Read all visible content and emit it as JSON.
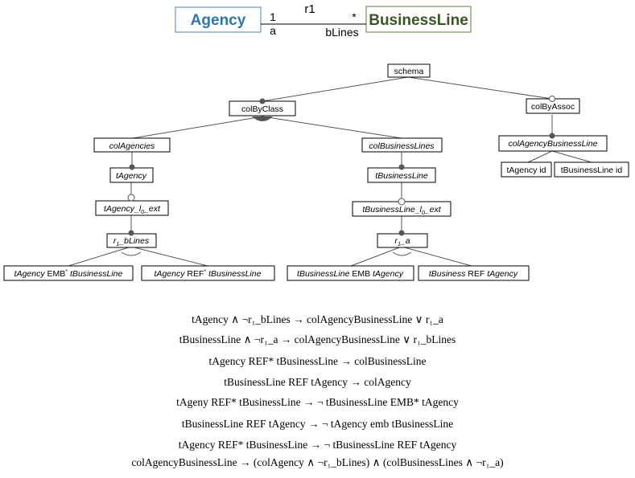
{
  "uml": {
    "class_left": "Agency",
    "class_right": "BusinessLine",
    "association": "r1",
    "mult_left": "1",
    "mult_right": "*",
    "role_left": "a",
    "role_right": "bLines",
    "colors": {
      "left": "#2e75b6",
      "right": "#375623"
    }
  },
  "tree": {
    "schema": "schema",
    "colByClass": "colByClass",
    "colByAssoc": "colByAssoc",
    "colAgencies": "colAgencies",
    "colBusinessLines": "colBusinessLines",
    "colAgencyBusinessLine": "colAgencyBusinessLine",
    "tAgency": "tAgency",
    "tBusinessLine": "tBusinessLine",
    "tAgency_id": "tAgency id",
    "tBusinessLine_id": "tBusinessLine id",
    "tAgency_ext_pre": "tAgency_l",
    "tAgency_ext_sub": "0",
    "tAgency_ext_post": "_ext",
    "tBusinessLine_ext_pre": "tBusinessLine_l",
    "tBusinessLine_ext_sub": "0",
    "tBusinessLine_ext_post": "_ext",
    "r1_bLines_pre": "r",
    "r1_bLines_sub": "1",
    "r1_bLines_post": "_bLines",
    "r1_a_pre": "r",
    "r1_a_sub": "1",
    "r1_a_post": "_a",
    "leaf1": {
      "a": "tAgency",
      "op": " EMB",
      "sup": "*",
      "b": " tBusinessLine"
    },
    "leaf2": {
      "a": "tAgency",
      "op": "  REF",
      "sup": "*",
      "b": " tBusinessLine"
    },
    "leaf3": {
      "a": "tBusinessLine",
      "op": "  EMB ",
      "b": "tAgency"
    },
    "leaf4": {
      "a": "tBusiness",
      "op": "  REF ",
      "b": "tAgency"
    }
  },
  "formulas": [
    "tAgency ∧ ¬r₁_bLines → colAgencyBusinessLine ∨ r₁_a",
    "tBusinessLine ∧ ¬r₁_a → colAgencyBusinessLine ∨ r₁_bLines",
    "tAgency REF* tBusinessLine → colBusinessLine",
    "tBusinessLine REF tAgency → colAgency",
    "tAgeny REF* tBusinessLine → ¬ tBusinessLine EMB* tAgency",
    "tBusinessLine REF tAgency → ¬ tAgency emb tBusinessLine",
    "tAgency REF* tBusinessLine → ¬ tBusinessLine REF tAgency",
    "colAgencyBusinessLine → (colAgency ∧ ¬r₁_bLines) ∧ (colBusinessLines ∧ ¬r₁_a)"
  ]
}
